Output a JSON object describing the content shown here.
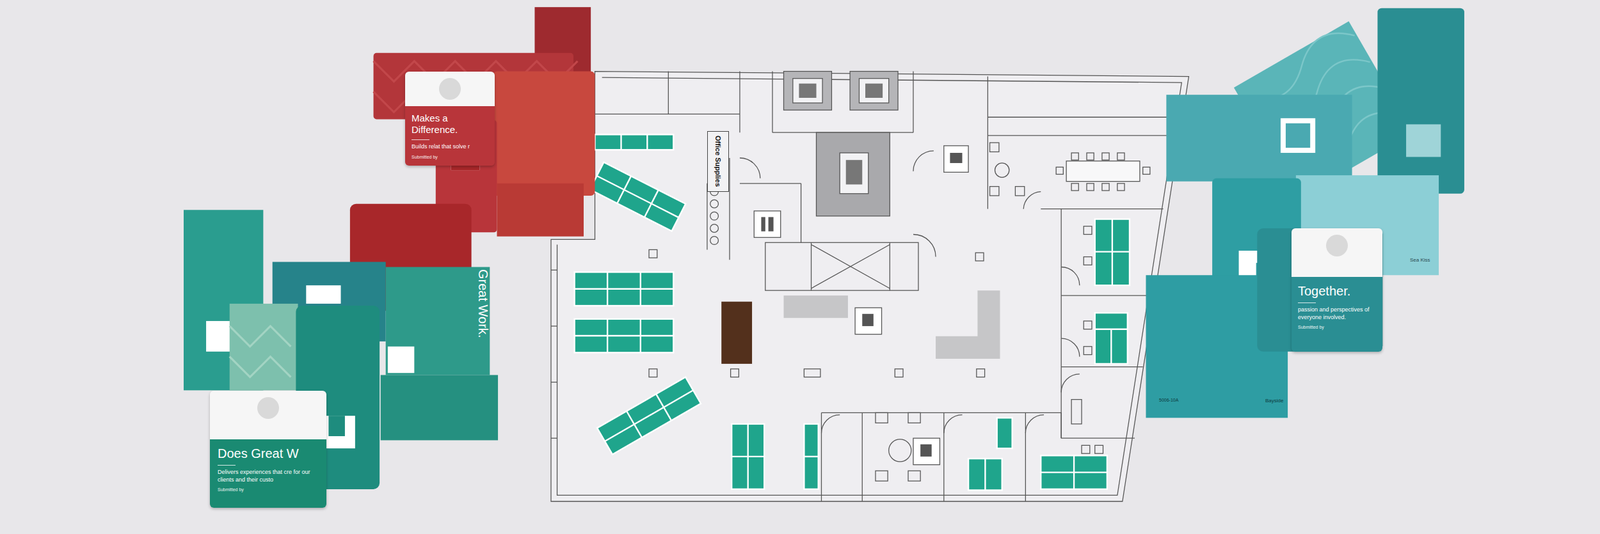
{
  "diagram": {
    "nodes": [
      {
        "text": [
          "Makes a Difference.",
          "Builds relat that solve r",
          "Submitted by"
        ]
      },
      {
        "text": [
          "Does Great W",
          "Delivers experiences that cre for our clients and their custo",
          "Submitted by"
        ]
      },
      {
        "text": [
          "Together.",
          "passion and perspectives of everyone involved.",
          "Submitted by"
        ]
      },
      {
        "text": [
          "Office Supplies"
        ]
      }
    ],
    "labels": [
      "Great Work.",
      "Sea Kiss",
      "Bayside",
      "5006-10A"
    ]
  }
}
